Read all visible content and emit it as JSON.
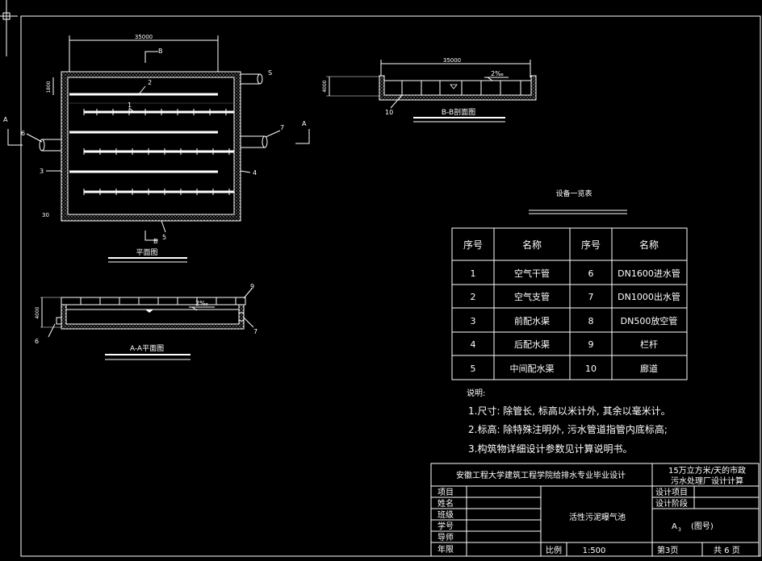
{
  "plan": {
    "dim_top": "35000",
    "dim_left": "1800",
    "dim_bottom": "30",
    "section_mark": "B",
    "side_mark": "A",
    "pipe_label_s": "S",
    "callouts": [
      "1",
      "2",
      "3",
      "4",
      "5",
      "6",
      "7"
    ],
    "title": "平面图"
  },
  "section_bb": {
    "dim_top": "35000",
    "dim_left": "4000",
    "slope": "2‰",
    "callout": "10",
    "title": "B-B剖面图"
  },
  "section_aa": {
    "dim_left": "4000",
    "slope": "2‰",
    "callouts": [
      "6",
      "7",
      "9"
    ],
    "title": "A-A平面图"
  },
  "equipment": {
    "title": "设备一览表",
    "headers": [
      "序号",
      "名称",
      "序号",
      "名称"
    ],
    "rows": [
      [
        "1",
        "空气干管",
        "6",
        "DN1600进水管"
      ],
      [
        "2",
        "空气支管",
        "7",
        "DN1000出水管"
      ],
      [
        "3",
        "前配水渠",
        "8",
        "DN500放空管"
      ],
      [
        "4",
        "后配水渠",
        "9",
        "栏杆"
      ],
      [
        "5",
        "中间配水渠",
        "10",
        "廊道"
      ]
    ]
  },
  "notes": {
    "heading": "说明:",
    "items": [
      "1.尺寸: 除管长, 标高以米计外, 其余以毫米计。",
      "2.标高: 除特殊注明外, 污水管道指管内底标高;",
      "3.构筑物详细设计参数见计算说明书。"
    ]
  },
  "title_block": {
    "school": "安徽工程大学建筑工程学院给排水专业毕业设计",
    "project_line1": "15万立方米/天的市政",
    "project_line2": "污水处理厂设计计算",
    "labels": [
      "项目",
      "姓名",
      "班级",
      "学号",
      "导师",
      "年限"
    ],
    "drawing_name": "活性污泥曝气池",
    "design_item": "设计项目",
    "design_stage": "设计阶段",
    "sheet_size": "A",
    "sheet_size_sub": "3",
    "drawing_no": "(图号)",
    "scale_label": "比例",
    "scale": "1:500",
    "sheet": "第3页",
    "total": "共 6 页"
  }
}
